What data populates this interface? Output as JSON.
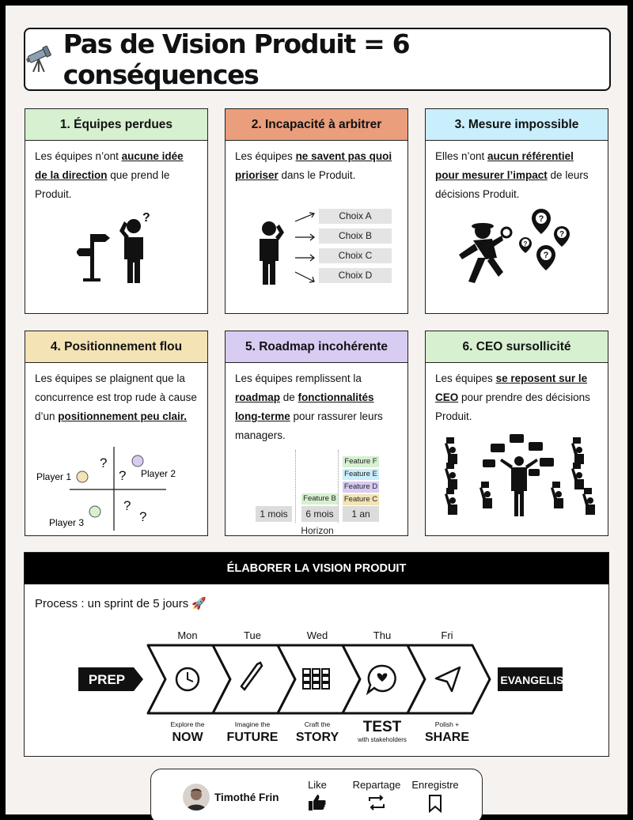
{
  "header": {
    "title": "Pas de Vision Produit = 6 conséquences",
    "icon": "telescope-icon"
  },
  "cards": [
    {
      "title": "1. Équipes perdues",
      "color": "#d6f0d0",
      "text": [
        {
          "t": "Les équipes n’ont "
        },
        {
          "t": "aucune idée de la direction",
          "b": true
        },
        {
          "t": " que prend le Produit."
        }
      ]
    },
    {
      "title": "2. Incapacité à arbitrer",
      "color": "#eb9e7c",
      "text": [
        {
          "t": "Les équipes "
        },
        {
          "t": "ne savent pas quoi prioriser",
          "b": true
        },
        {
          "t": " dans le Produit."
        }
      ],
      "choices": [
        "Choix A",
        "Choix B",
        "Choix C",
        "Choix D"
      ]
    },
    {
      "title": "3. Mesure impossible",
      "color": "#c9eefc",
      "text": [
        {
          "t": "Elles n’ont "
        },
        {
          "t": "aucun référentiel pour mesurer l’impact",
          "b": true
        },
        {
          "t": " de leurs décisions Produit."
        }
      ]
    },
    {
      "title": "4. Positionnement flou",
      "color": "#f3e3b5",
      "text": [
        {
          "t": "Les équipes se plaignent que la concurrence est trop rude à cause d’un "
        },
        {
          "t": "positionnement peu clair.",
          "b": true
        }
      ],
      "players": [
        "Player 1",
        "Player 2",
        "Player 3"
      ],
      "q": "?"
    },
    {
      "title": "5. Roadmap incohérente",
      "color": "#d8ccf2",
      "text": [
        {
          "t": "Les équipes remplissent la "
        },
        {
          "t": "roadmap",
          "b": true
        },
        {
          "t": " de "
        },
        {
          "t": "fonctionnalités long-terme",
          "b": true
        },
        {
          "t": " pour rassurer leurs managers."
        }
      ],
      "horizons": [
        "1 mois",
        "6 mois",
        "1 an"
      ],
      "axis_label": "Horizon",
      "features": [
        {
          "label": "Feature F",
          "color": "#d6f0d0"
        },
        {
          "label": "Feature E",
          "color": "#c9eefc"
        },
        {
          "label": "Feature D",
          "color": "#d8ccf2"
        },
        {
          "label": "Feature C",
          "color": "#f3e3b5"
        },
        {
          "label": "Feature B",
          "color": "#d6f0d0"
        }
      ]
    },
    {
      "title": "6. CEO sursollicité",
      "color": "#d6f0d0",
      "text": [
        {
          "t": "Les équipes  "
        },
        {
          "t": "se reposent sur le CEO",
          "b": true
        },
        {
          "t": " pour prendre des décisions Produit."
        }
      ]
    }
  ],
  "vision": {
    "banner": "ÉLABORER LA VISION PRODUIT",
    "process": "Process : un sprint de 5 jours 🚀",
    "days": [
      "Mon",
      "Tue",
      "Wed",
      "Thu",
      "Fri"
    ],
    "prep": "PREP",
    "evangelise": "EVANGELISE",
    "steps": [
      {
        "small": "Explore the",
        "big": "NOW",
        "extra": ""
      },
      {
        "small": "Imagine the",
        "big": "FUTURE",
        "extra": ""
      },
      {
        "small": "Craft the",
        "big": "STORY",
        "extra": ""
      },
      {
        "small": "",
        "big": "TEST",
        "extra": "with stakeholders"
      },
      {
        "small": "Polish +",
        "big": "SHARE",
        "extra": ""
      }
    ]
  },
  "footer": {
    "name": "Timothé Frin",
    "like": "Like",
    "share": "Repartage",
    "save": "Enregistre"
  }
}
